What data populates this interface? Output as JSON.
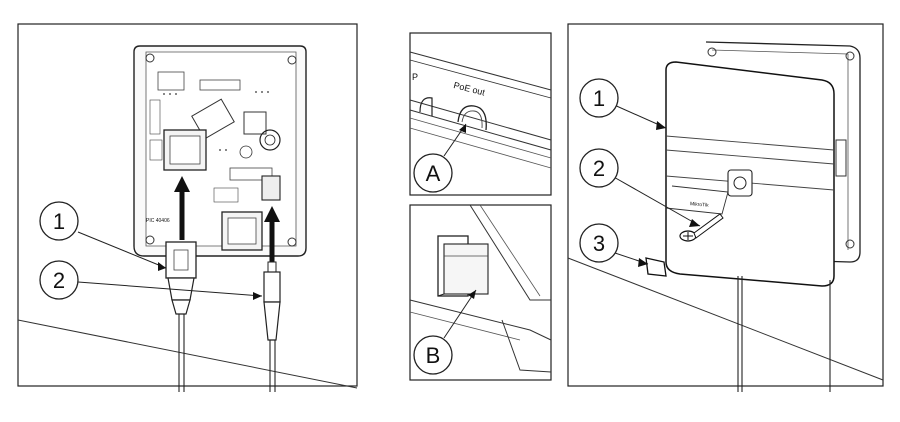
{
  "panels": {
    "left": {
      "callouts": [
        "1",
        "2"
      ],
      "board_code": "PIC 40406"
    },
    "detail_a": {
      "callout": "A",
      "port_label": "PoE out",
      "port_label_partial": "P"
    },
    "detail_b": {
      "callout": "B"
    },
    "right": {
      "callouts": [
        "1",
        "2",
        "3"
      ],
      "brand": "MikroTik"
    }
  }
}
